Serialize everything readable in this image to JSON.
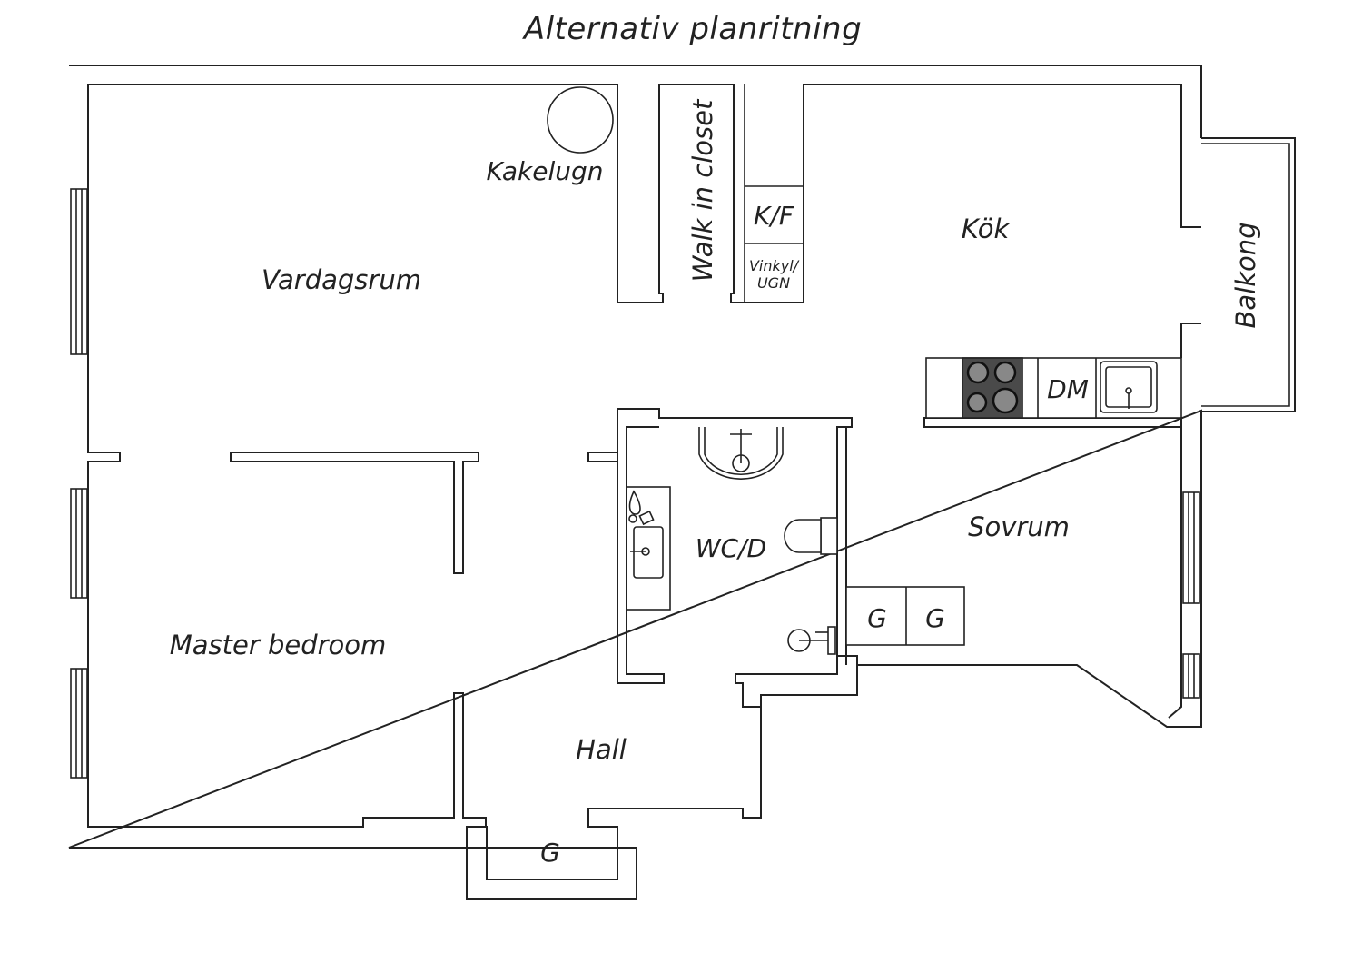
{
  "title": "Alternativ planritning",
  "rooms": {
    "vardagsrum": "Vardagsrum",
    "kakelugn": "Kakelugn",
    "walk_in_closet": "Walk in closet",
    "kf": "K/F",
    "vinkyl_ugn_line1": "Vinkyl/",
    "vinkyl_ugn_line2": "UGN",
    "kok": "Kök",
    "balkong": "Balkong",
    "dm": "DM",
    "wcd": "WC/D",
    "sovrum": "Sovrum",
    "sovrum_g1": "G",
    "sovrum_g2": "G",
    "master_bedroom": "Master bedroom",
    "hall": "Hall",
    "hall_g": "G"
  },
  "colors": {
    "line": "#222222",
    "stove": "#4a4a4a",
    "background": "#ffffff"
  },
  "icons": [
    "stove-icon",
    "sink-icon",
    "toilet-icon",
    "shower-icon",
    "wash-basin-icon",
    "tiled-stove-icon"
  ]
}
